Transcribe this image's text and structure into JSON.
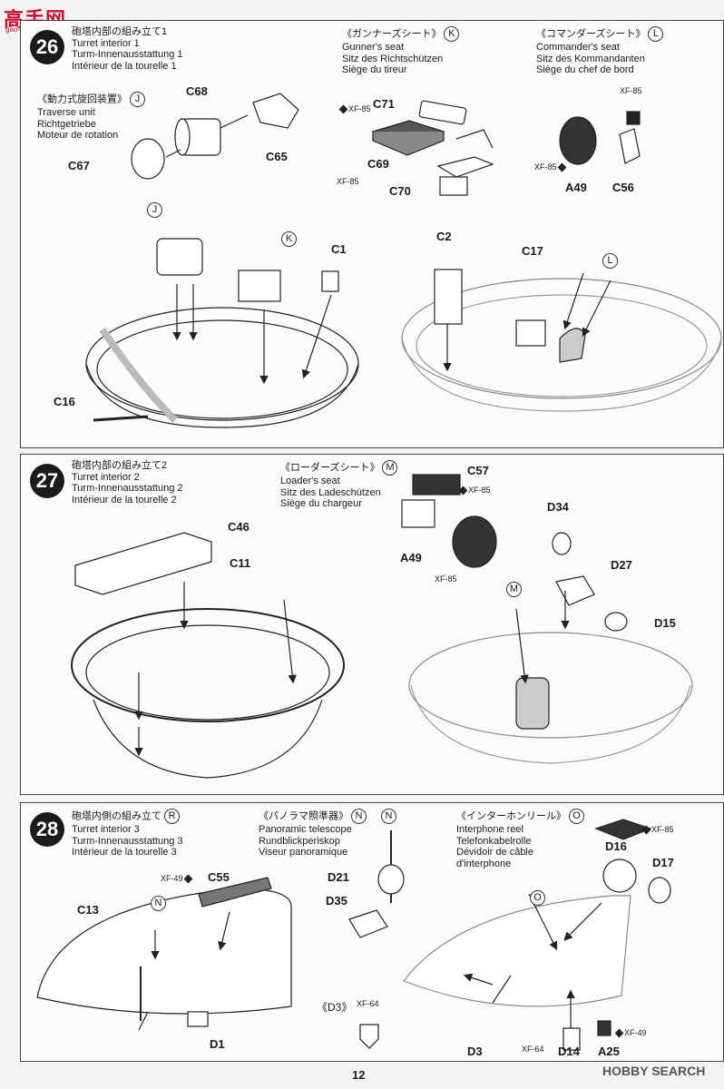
{
  "logo": {
    "text": "高手网",
    "sub": "gao-shou.com"
  },
  "steps": [
    {
      "number": "26",
      "title": {
        "jp": "砲塔内部の組み立て1",
        "en": "Turret interior 1",
        "de": "Turm-Innenausstattung 1",
        "fr": "Intérieur de la tourelle 1"
      },
      "subs": [
        {
          "jp": "《動力式旋回装置》",
          "mark": "J",
          "en": "Traverse unit",
          "de": "Richtgetriebe",
          "fr": "Moteur de rotation"
        },
        {
          "jp": "《ガンナーズシート》",
          "mark": "K",
          "en": "Gunner's seat",
          "de": "Sitz des Richtschützen",
          "fr": "Siège du tireur"
        },
        {
          "jp": "《コマンダーズシート》",
          "mark": "L",
          "en": "Commander's seat",
          "de": "Sitz des Kommandanten",
          "fr": "Siège du chef de bord"
        }
      ],
      "labels": [
        "C68",
        "C65",
        "C67",
        "C71",
        "C69",
        "C70",
        "A49",
        "C56",
        "C1",
        "C2",
        "C17",
        "C16"
      ],
      "marks": [
        "J",
        "K",
        "L"
      ],
      "paints": [
        "XF-85",
        "XF-85",
        "XF-85",
        "XF-85"
      ]
    },
    {
      "number": "27",
      "title": {
        "jp": "砲塔内部の組み立て2",
        "en": "Turret interior 2",
        "de": "Turm-Innenausstattung 2",
        "fr": "Intérieur de la tourelle 2"
      },
      "subs": [
        {
          "jp": "《ローダーズシート》",
          "mark": "M",
          "en": "Loader's seat",
          "de": "Sitz des Ladeschützen",
          "fr": "Siège du chargeur"
        }
      ],
      "labels": [
        "C57",
        "A49",
        "D34",
        "D27",
        "D15",
        "C46",
        "C11"
      ],
      "marks": [
        "M"
      ],
      "paints": [
        "XF-85",
        "XF-85"
      ]
    },
    {
      "number": "28",
      "title": {
        "jp": "砲塔内側の組み立て",
        "mark": "R",
        "en": "Turret interior 3",
        "de": "Turm-Innenausstattung 3",
        "fr": "Intérieur de la tourelle 3"
      },
      "subs": [
        {
          "jp": "《パノラマ照準器》",
          "mark": "N",
          "en": "Panoramic telescope",
          "de": "Rundblickperiskop",
          "fr": "Viseur panoramique"
        },
        {
          "jp": "《インターホンリール》",
          "mark": "O",
          "en": "Interphone reel",
          "de": "Telefonkabelrolle",
          "fr": "Dévidoir de câble",
          "fr2": "d'interphone"
        }
      ],
      "labels": [
        "C55",
        "C13",
        "D1",
        "D21",
        "D35",
        "D16",
        "D17",
        "D3",
        "D14",
        "A25"
      ],
      "marks": [
        "N",
        "N",
        "O"
      ],
      "sub_d3": {
        "jp": "《D3》"
      },
      "paints": [
        "XF-49",
        "XF-64",
        "XF-85",
        "XF-64",
        "XF-49"
      ]
    }
  ],
  "footer": {
    "page": "12",
    "watermark": "HOBBY SEARCH"
  }
}
